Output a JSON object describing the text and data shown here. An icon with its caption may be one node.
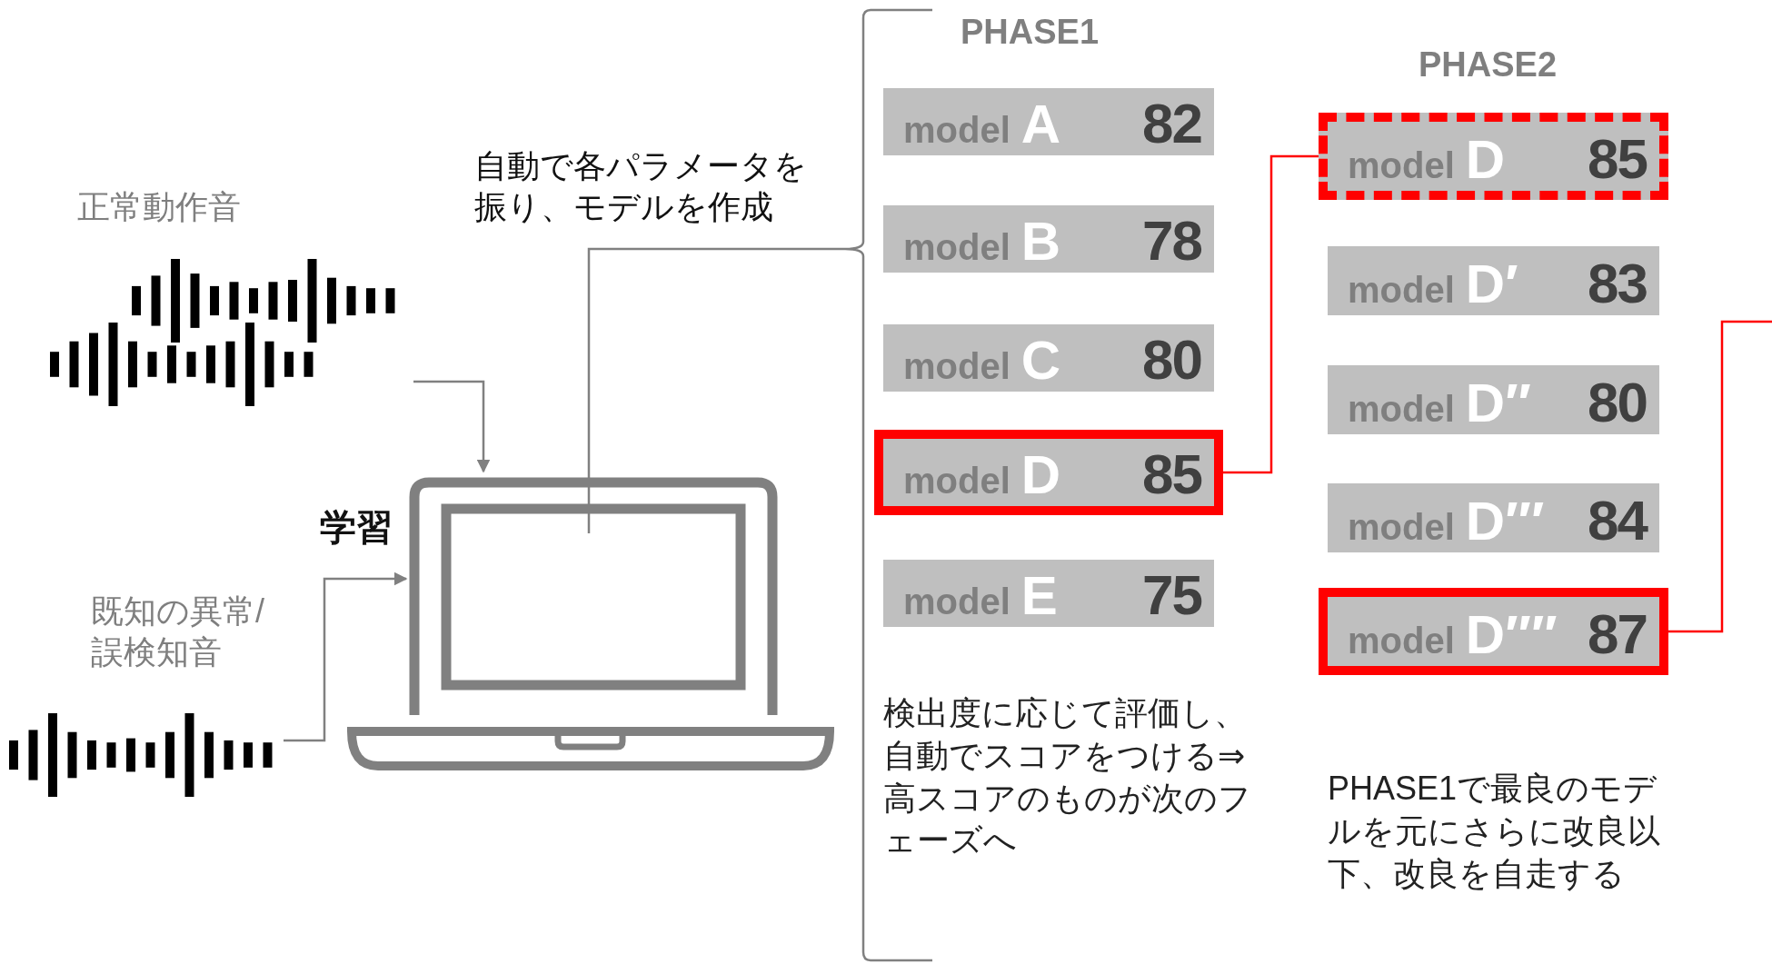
{
  "diagram": {
    "nodes": [
      {
        "text": [
          "正常動作音"
        ]
      },
      {
        "text": [
          "既知の異常/誤検知音"
        ]
      },
      {
        "text": [],
        "shape": "picture"
      },
      {
        "text": [
          "PHASE1"
        ]
      },
      {
        "text": [
          "model",
          "A",
          "82"
        ],
        "in": 3
      },
      {
        "text": [
          "model",
          "B",
          "78"
        ],
        "in": 3
      },
      {
        "text": [
          "model",
          "C",
          "80"
        ],
        "in": 3
      },
      {
        "text": [
          "model",
          "D",
          "85"
        ],
        "in": 3
      },
      {
        "text": [
          "model",
          "E",
          "75"
        ],
        "in": 3
      },
      {
        "text": [
          "model",
          "D",
          "85"
        ]
      },
      {
        "text": [
          "model",
          "D′",
          "83"
        ]
      },
      {
        "text": [
          "model",
          "D′′",
          "80"
        ]
      },
      {
        "text": [
          "model",
          "D′′′",
          "84"
        ]
      },
      {
        "text": [
          "model",
          "D′′′′",
          "87"
        ]
      }
    ],
    "edges": [
      {
        "from": 0,
        "to": 2,
        "arrow": "to"
      },
      {
        "from": 1,
        "to": 2,
        "arrow": "to",
        "label": "学習"
      },
      {
        "from": 2,
        "to": 3,
        "arrow": "none",
        "label": "自動で各パラメータを振り、モデルを作成"
      },
      {
        "from": 7,
        "to": 9,
        "arrow": "none",
        "color": "#ff0000"
      },
      {
        "from": 13,
        "to": null,
        "arrow": "none",
        "color": "#ff0000"
      }
    ],
    "labels": [
      "PHASE2",
      "検出度に応じて評価し、自動でスコアをつける⇒高スコアのものが次のフェーズへ",
      "PHASE1で最良のモデルを元にさらに改良以下、改良を自走する"
    ]
  }
}
